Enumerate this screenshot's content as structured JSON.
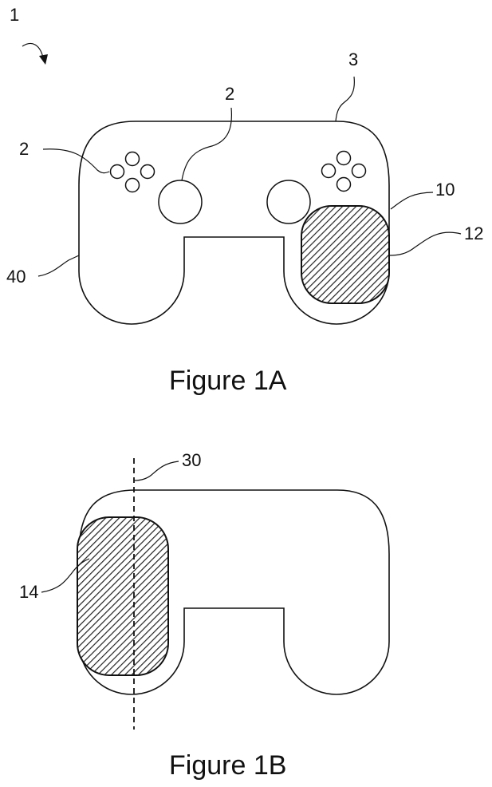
{
  "colors": {
    "line": "#111111",
    "background": "#ffffff",
    "hatch": "#222222"
  },
  "figure_1a": {
    "caption": "Figure 1A",
    "refs": {
      "device": "1",
      "buttons_left": "2",
      "joystick": "2",
      "housing": "3",
      "edge_right": "10",
      "sensor_right": "12",
      "edge_left": "40"
    }
  },
  "figure_1b": {
    "caption": "Figure 1B",
    "refs": {
      "axis": "30",
      "sensor_left": "14"
    }
  }
}
